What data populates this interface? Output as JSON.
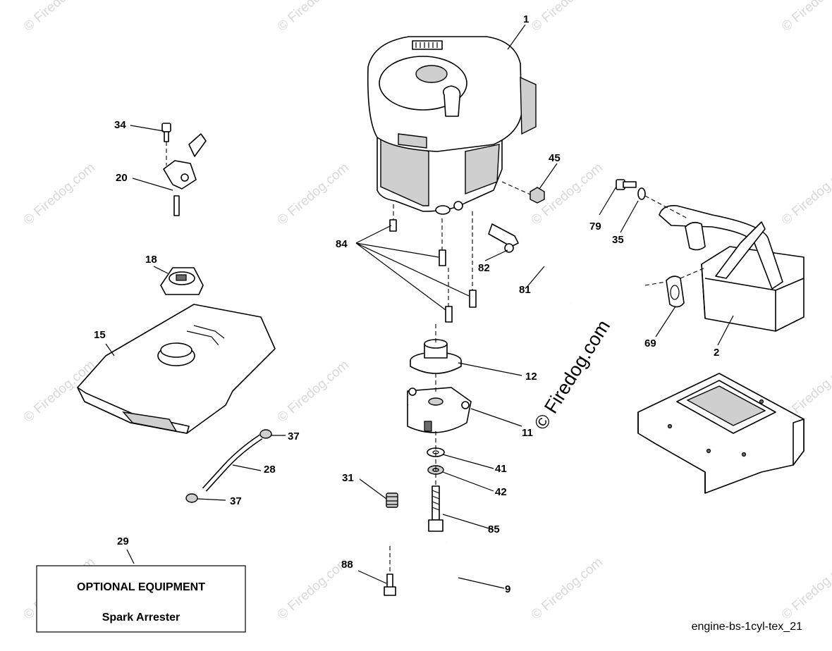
{
  "watermark": {
    "text": "© Firedog.com",
    "main_text": "© Firedog.com"
  },
  "callouts": {
    "c1": "1",
    "c2": "2",
    "c9": "9",
    "c11": "11",
    "c12": "12",
    "c15": "15",
    "c18": "18",
    "c20": "20",
    "c28": "28",
    "c29": "29",
    "c31": "31",
    "c34": "34",
    "c35": "35",
    "c37a": "37",
    "c37b": "37",
    "c41": "41",
    "c42": "42",
    "c45": "45",
    "c69": "69",
    "c79": "79",
    "c81": "81",
    "c82": "82",
    "c84": "84",
    "c85": "85",
    "c88": "88"
  },
  "optional_box": {
    "title": "OPTIONAL EQUIPMENT",
    "item": "Spark Arrester"
  },
  "caption": "engine-bs-1cyl-tex_21"
}
